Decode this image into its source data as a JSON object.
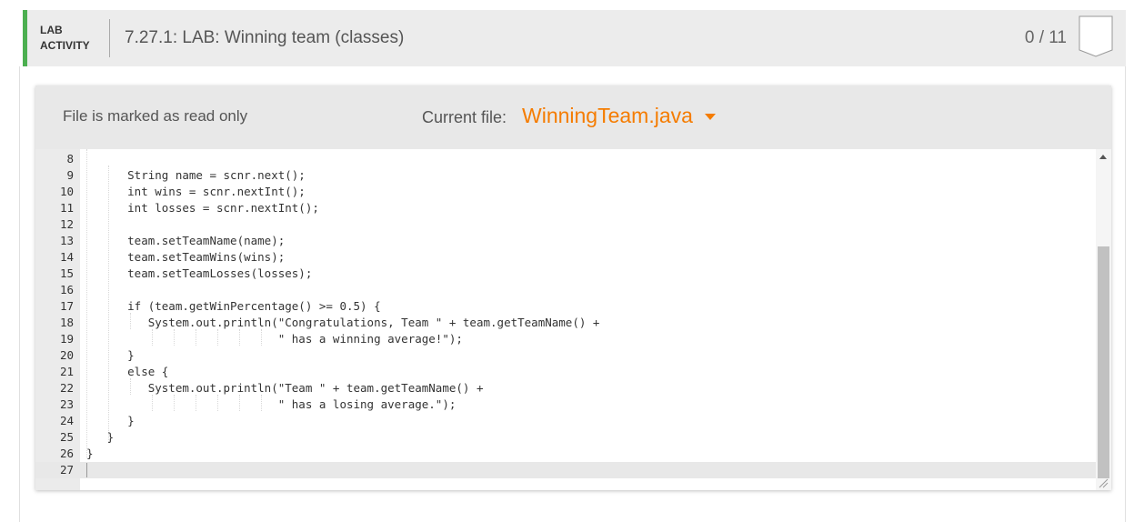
{
  "header": {
    "label_line1": "LAB",
    "label_line2": "ACTIVITY",
    "title": "7.27.1: LAB: Winning team (classes)",
    "score": "0 / 11"
  },
  "editor": {
    "readonly_note": "File is marked as read only",
    "current_file_label": "Current file:",
    "current_file_name": "WinningTeam.java",
    "accent_color": "#f57c00",
    "lines": [
      {
        "num": "8",
        "text": ""
      },
      {
        "num": "9",
        "text": "      String name = scnr.next();"
      },
      {
        "num": "10",
        "text": "      int wins = scnr.nextInt();"
      },
      {
        "num": "11",
        "text": "      int losses = scnr.nextInt();"
      },
      {
        "num": "12",
        "text": ""
      },
      {
        "num": "13",
        "text": "      team.setTeamName(name);"
      },
      {
        "num": "14",
        "text": "      team.setTeamWins(wins);"
      },
      {
        "num": "15",
        "text": "      team.setTeamLosses(losses);"
      },
      {
        "num": "16",
        "text": ""
      },
      {
        "num": "17",
        "text": "      if (team.getWinPercentage() >= 0.5) {"
      },
      {
        "num": "18",
        "text": "         System.out.println(\"Congratulations, Team \" + team.getTeamName() +"
      },
      {
        "num": "19",
        "text": "                            \" has a winning average!\");"
      },
      {
        "num": "20",
        "text": "      }"
      },
      {
        "num": "21",
        "text": "      else {"
      },
      {
        "num": "22",
        "text": "         System.out.println(\"Team \" + team.getTeamName() +"
      },
      {
        "num": "23",
        "text": "                            \" has a losing average.\");"
      },
      {
        "num": "24",
        "text": "      }"
      },
      {
        "num": "25",
        "text": "   }"
      },
      {
        "num": "26",
        "text": "}"
      },
      {
        "num": "27",
        "text": ""
      }
    ]
  }
}
